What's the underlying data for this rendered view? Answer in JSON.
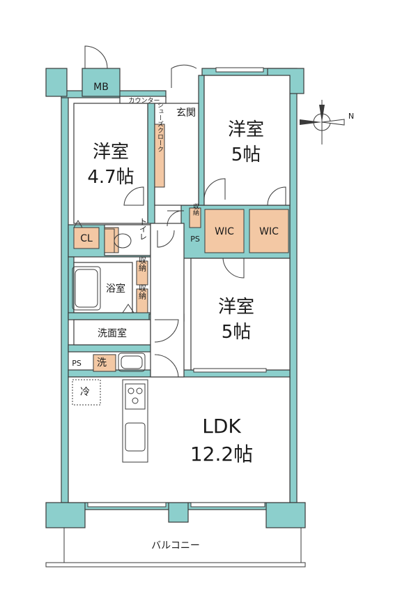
{
  "rooms": {
    "western_room_1": {
      "name": "洋室",
      "size": "4.7帖"
    },
    "western_room_2": {
      "name": "洋室",
      "size": "5帖"
    },
    "western_room_3": {
      "name": "洋室",
      "size": "5帖"
    },
    "ldk": {
      "name": "LDK",
      "size": "12.2帖"
    }
  },
  "labels": {
    "mb": "MB",
    "counter": "カウンター",
    "entrance": "玄関",
    "shoes_cloak": "シューズクローク",
    "closet": "CL",
    "toilet": "トイレ",
    "storage_a": "収納",
    "storage_b": "収納",
    "storage_c": "収納",
    "ps_1": "PS",
    "ps_2": "PS",
    "wic_1": "WIC",
    "wic_2": "WIC",
    "bathroom": "浴室",
    "washroom": "洗面室",
    "washer": "洗",
    "fridge": "冷",
    "balcony": "バルコニー",
    "compass_n": "N"
  },
  "colors": {
    "wall": "#8ccfcc",
    "storage": "#f3c8a4",
    "line": "#3a3a3a"
  }
}
